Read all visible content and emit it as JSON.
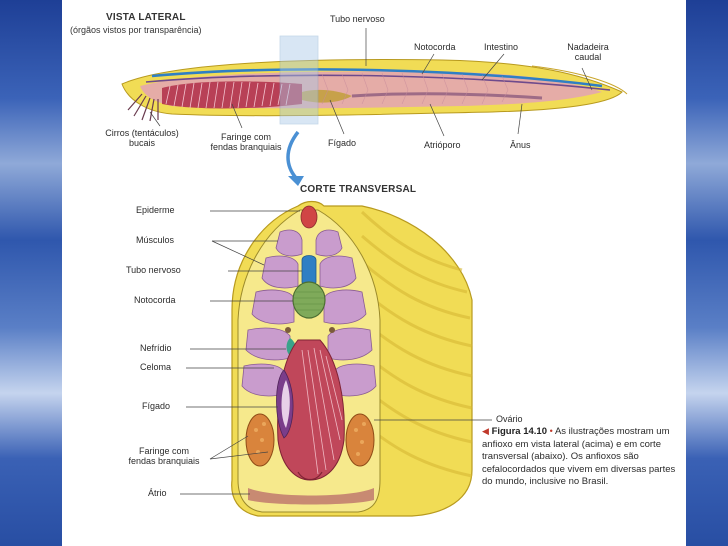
{
  "slide": {
    "top_view": {
      "title": "VISTA LATERAL",
      "subtitle": "(órgãos vistos por transparência)",
      "labels": {
        "tubo_nervoso": "Tubo nervoso",
        "notocorda": "Notocorda",
        "intestino": "Intestino",
        "nadadeira_caudal": [
          "Nadadeira",
          "caudal"
        ],
        "cirros": [
          "Cirros (tentáculos)",
          "bucais"
        ],
        "faringe": [
          "Faringe com",
          "fendas branquiais"
        ],
        "figado": "Fígado",
        "atrioporo": "Atrióporo",
        "anus": "Ânus"
      }
    },
    "cross_section": {
      "title": "CORTE TRANSVERSAL",
      "labels": {
        "epiderme": "Epiderme",
        "musculos": "Músculos",
        "tubo_nervoso": "Tubo nervoso",
        "notocorda": "Notocorda",
        "nefridio": "Nefrídio",
        "celoma": "Celoma",
        "figado": "Fígado",
        "faringe": [
          "Faringe com",
          "fendas branquiais"
        ],
        "atrio": "Átrio",
        "ovario": "Ovário"
      }
    },
    "caption": {
      "marker": "◀",
      "figure_number": "Figura 14.10",
      "bullet": "•",
      "text": "As ilustrações mostram um anfioxo em vista lateral (acima) e em corte transversal (abaixo). Os anfioxos são cefalocordados que vivem em diversas partes do mundo, inclusive no Brasil."
    },
    "colors": {
      "background_blue": "#2a4fa8",
      "body_yellow": "#f1dc55",
      "muscle_pink": "#c99ccd",
      "notochord_green": "#7faa5a",
      "nerve_blue": "#2f7fc4",
      "pharynx_red": "#c0475a"
    }
  }
}
